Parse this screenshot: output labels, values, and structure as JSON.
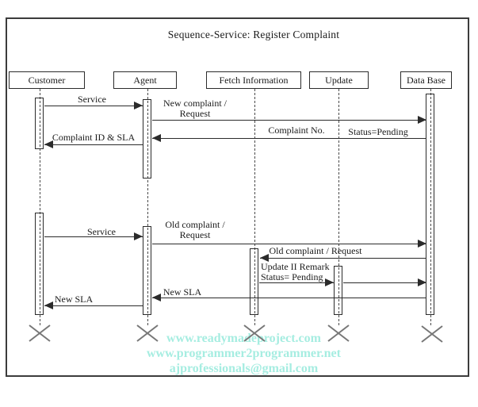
{
  "title": "Sequence-Service: Register Complaint",
  "actors": [
    {
      "label": "Customer"
    },
    {
      "label": "Agent"
    },
    {
      "label": "Fetch Information"
    },
    {
      "label": "Update"
    },
    {
      "label": "Data Base"
    }
  ],
  "messages": {
    "service_1": "Service",
    "new_complaint_l1": "New complaint /",
    "new_complaint_l2": "Request",
    "complaint_no": "Complaint No.",
    "status_pending": "Status=Pending",
    "complaint_id_sla": "Complaint ID & SLA",
    "service_2": "Service",
    "old_complaint_l1": "Old complaint /",
    "old_complaint_l2": "Request",
    "old_complaint_request": "Old complaint / Request",
    "update_remark_l1": "Update II Remark",
    "update_remark_l2": "Status= Pending",
    "new_sla_db": "New SLA",
    "new_sla_customer": "New SLA"
  },
  "watermark": {
    "line1": "www.readymadeproject.com",
    "line2": "www.programmer2programmer.net",
    "line3": "ajprofessionals@gmail.com"
  },
  "colors": {
    "watermark": "#A6EDE1",
    "line": "#2b2b2b",
    "xmark": "#777777"
  }
}
